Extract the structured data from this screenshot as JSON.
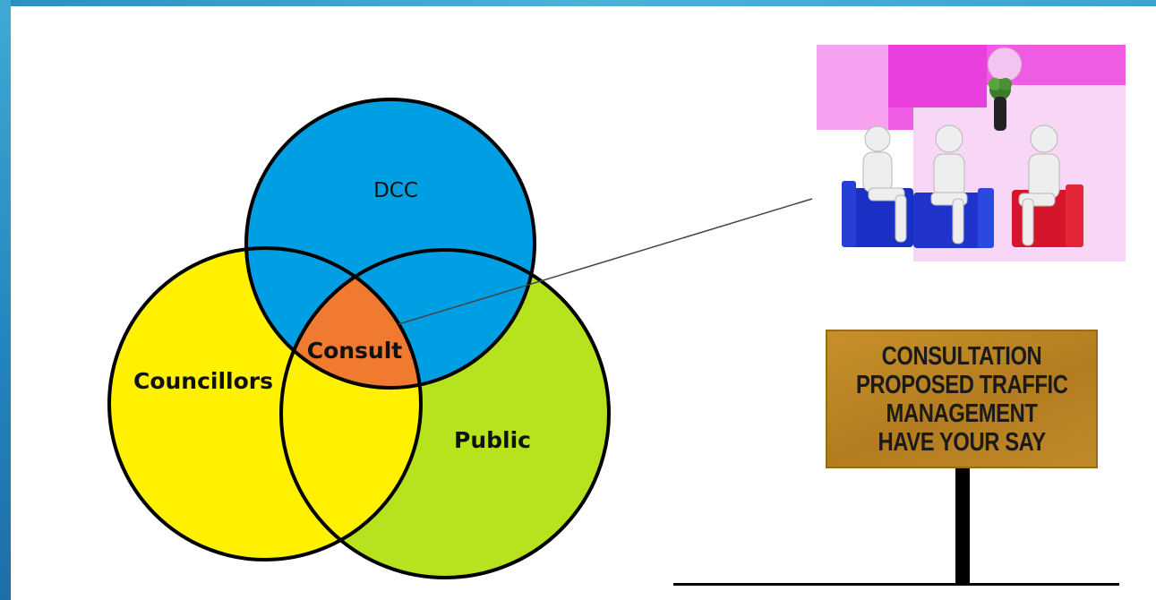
{
  "venn": {
    "circles": [
      {
        "name": "DCC",
        "label": "DCC",
        "color": "#009ee3"
      },
      {
        "name": "Councillors",
        "label": "Councillors",
        "color": "#fff100"
      },
      {
        "name": "Public",
        "label": "Public",
        "color": "#b6e21e"
      }
    ],
    "center": {
      "label": "Consult",
      "color": "#f07a30"
    }
  },
  "sign": {
    "lines": [
      "CONSULTATION",
      "PROPOSED TRAFFIC",
      "MANAGEMENT",
      "HAVE YOUR SAY"
    ]
  },
  "colors": {
    "frame_accent": "#2a8fc4",
    "photo_background": "#ee5ce4",
    "sign_board": "#c08a2a"
  }
}
